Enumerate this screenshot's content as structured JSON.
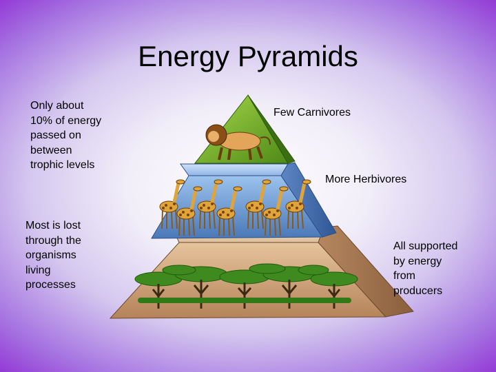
{
  "slide": {
    "title": "Energy Pyramids",
    "notes": {
      "energy_transfer": "Only about\n10% of energy\npassed on\nbetween\ntrophic levels",
      "energy_loss": "Most is lost\nthrough the\norganisms\nliving\nprocesses"
    },
    "levels": [
      {
        "label": "Few Carnivores"
      },
      {
        "label": "More Herbivores"
      },
      {
        "label": "All supported\nby energy\nfrom\nproducers"
      }
    ],
    "colors": {
      "background_edge": "#8a1fd0",
      "carnivore_tier": "#7ab82a",
      "herbivore_tier": "#6f9fd8",
      "producer_tier": "#c89a68"
    }
  }
}
